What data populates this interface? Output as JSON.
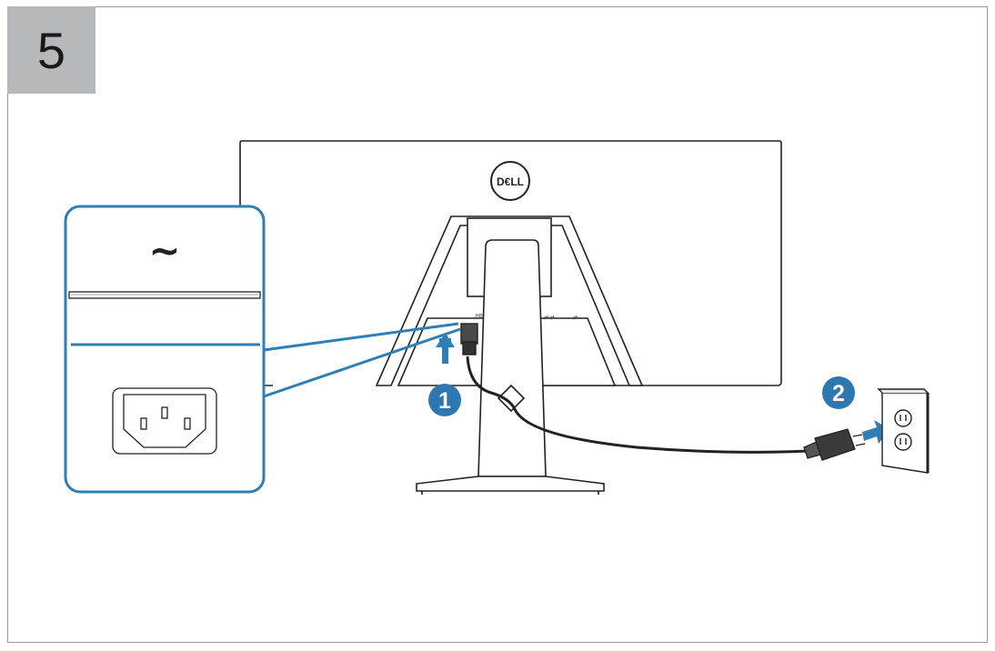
{
  "step": {
    "number": "5",
    "box_color": "#b7b8ba"
  },
  "monitor": {
    "logo_text": "D€LL",
    "logo_icon": "dell-logo-icon"
  },
  "callouts": [
    {
      "id": 1,
      "label": "1",
      "description_icon": "power-cable-to-monitor"
    },
    {
      "id": 2,
      "label": "2",
      "description_icon": "plug-into-wall-outlet"
    }
  ],
  "inset": {
    "ac_symbol": "~",
    "connector_icon": "iec-c14-power-inlet-icon"
  },
  "colors": {
    "accent_blue": "#2f7fb6",
    "callout_blue": "#2d78b3",
    "line": "#222222"
  }
}
